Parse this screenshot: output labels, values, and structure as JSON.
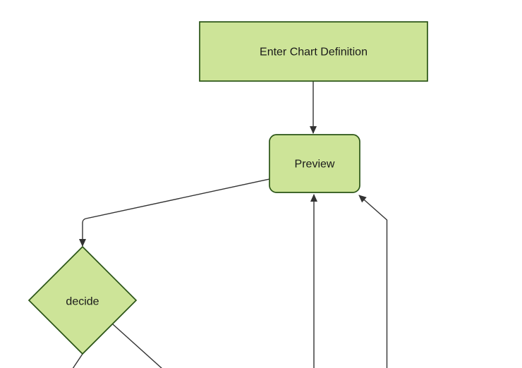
{
  "diagram": {
    "type": "flowchart",
    "direction": "top-down",
    "nodes": [
      {
        "id": "A",
        "label": "Enter Chart Definition",
        "shape": "rectangle"
      },
      {
        "id": "B",
        "label": "Preview",
        "shape": "rounded-rectangle"
      },
      {
        "id": "C",
        "label": "decide",
        "shape": "diamond"
      }
    ],
    "edges": [
      {
        "from": "Enter Chart Definition",
        "to": "Preview",
        "arrowhead": "into Preview top"
      },
      {
        "from": "Preview",
        "to": "decide",
        "arrowhead": "into decide top vertex"
      },
      {
        "from": "decide",
        "to": "(offscreen bottom-left, cropped)",
        "arrowhead": "none visible"
      },
      {
        "from": "decide",
        "to": "(offscreen bottom-right, cropped)",
        "arrowhead": "none visible"
      },
      {
        "from": "(offscreen bottom, cropped)",
        "to": "Preview",
        "arrowhead": "into Preview bottom edge"
      },
      {
        "from": "(offscreen bottom, cropped)",
        "to": "Preview",
        "arrowhead": "into Preview bottom-right corner"
      }
    ]
  },
  "colors": {
    "node_fill": "#cde498",
    "node_border": "#2a5416",
    "edge_color": "#333333",
    "text_color": "#1a1a1a",
    "background": "#ffffff"
  }
}
